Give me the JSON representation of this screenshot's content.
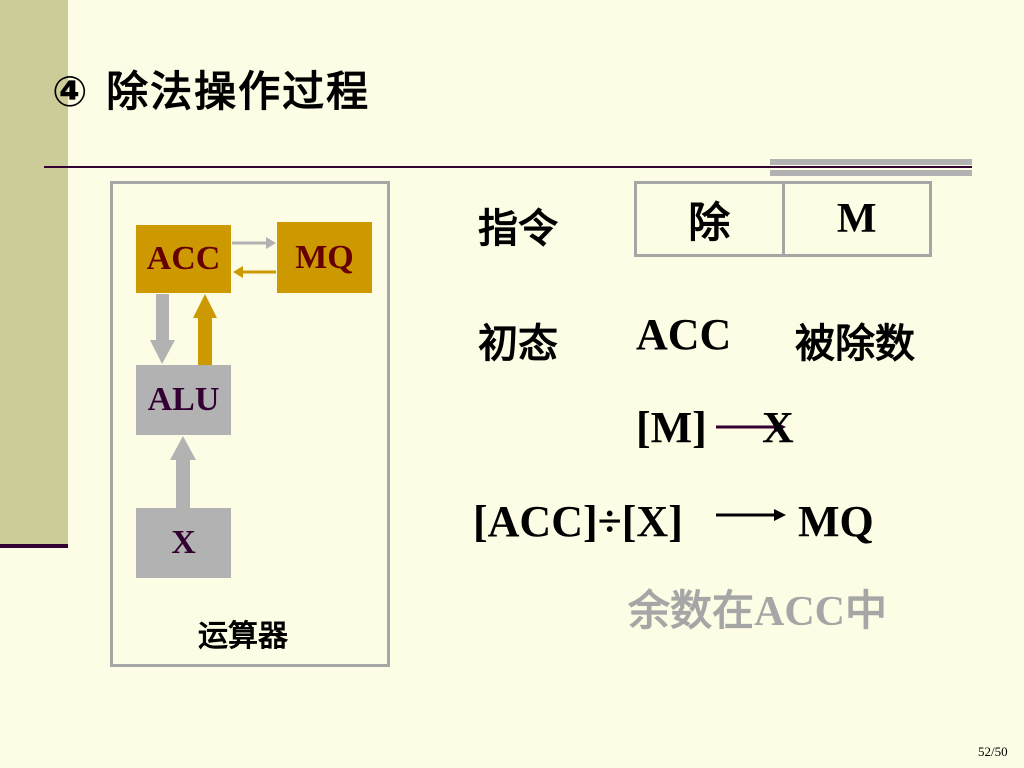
{
  "slide": {
    "title": "④ 除法操作过程",
    "page_number": "52/50"
  },
  "unit": {
    "caption": "运算器",
    "registers": {
      "acc": "ACC",
      "mq": "MQ",
      "alu": "ALU",
      "x": "X"
    }
  },
  "instruction": {
    "label": "指令",
    "opcode": "除",
    "operand": "M"
  },
  "initial_state": {
    "label": "初态",
    "register": "ACC",
    "value": "被除数",
    "transfer_source": "[M]",
    "transfer_dest": "X"
  },
  "operation": {
    "expression": "[ACC]÷[X]",
    "result_dest": "MQ",
    "remainder_prefix": "余数在",
    "remainder_reg": "ACC",
    "remainder_suffix": "中"
  },
  "colors": {
    "background": "#fdfce4",
    "side_bar": "#cccc99",
    "gold_register": "#cc9900",
    "grey_register": "#b2b2b2",
    "gold_arrow": "#cc9900",
    "grey_arrow": "#b2b2b2",
    "rule": "#330033",
    "remainder_text": "#a6a6a6"
  }
}
